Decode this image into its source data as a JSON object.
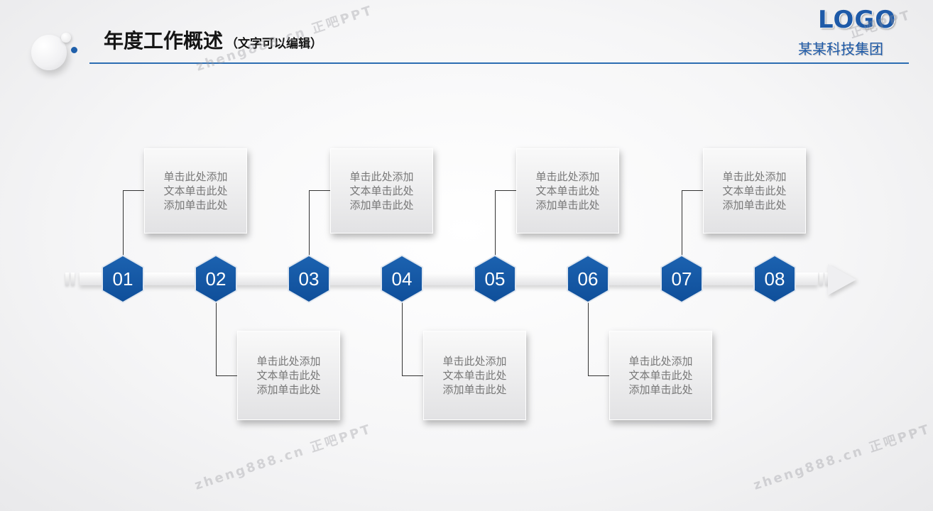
{
  "header": {
    "title": "年度工作概述",
    "subtitle": "（文字可以编辑）",
    "logo": "LOGO",
    "company": "某某科技集团"
  },
  "watermarks": [
    "zheng888.cn 正吧PPT",
    "正吧PPT",
    "zheng888.cn 正吧PPT",
    "zheng888.cn 正吧PPT"
  ],
  "timeline": {
    "steps": [
      {
        "number": "01",
        "text": "单击此处添加文本单击此处添加单击此处"
      },
      {
        "number": "02",
        "text": "单击此处添加文本单击此处添加单击此处"
      },
      {
        "number": "03",
        "text": "单击此处添加文本单击此处添加单击此处"
      },
      {
        "number": "04",
        "text": "单击此处添加文本单击此处添加单击此处"
      },
      {
        "number": "05",
        "text": "单击此处添加文本单击此处添加单击此处"
      },
      {
        "number": "06",
        "text": "单击此处添加文本单击此处添加单击此处"
      },
      {
        "number": "07",
        "text": "单击此处添加文本单击此处添加单击此处"
      },
      {
        "number": "08",
        "text": ""
      }
    ]
  },
  "colors": {
    "accent": "#1e5aa8",
    "hex_fill": "#115aa5",
    "line": "#2c6db2"
  }
}
